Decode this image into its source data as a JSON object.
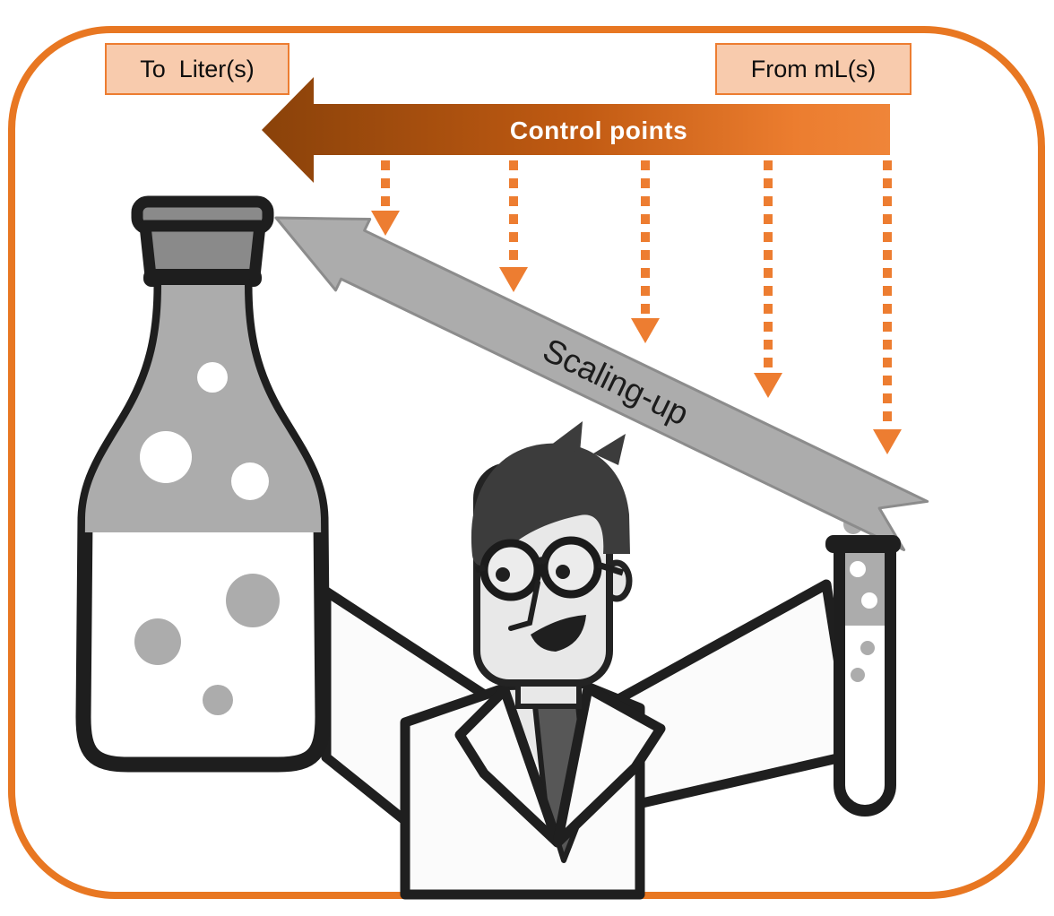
{
  "diagram": {
    "labels": {
      "to": "To  Liter(s)",
      "from": "From mL(s)"
    },
    "control_arrow": {
      "label": "Control points",
      "direction": "left"
    },
    "scaling_arrow": {
      "label": "Scaling-up",
      "direction": "up-left"
    },
    "control_points": {
      "count": 5,
      "style": "dashed-orange-down-arrows"
    },
    "icons": [
      "scientist-illustration",
      "bottle-icon",
      "test-tube-icon"
    ],
    "colors": {
      "accent_orange": "#ED7D31",
      "border_orange": "#E87722",
      "label_fill": "#F8CBAD",
      "arrow_dark": "#8A420A",
      "arrow_mid": "#C05A12",
      "arrow_bright": "#EC7D2F",
      "gray_fill": "#ACACAC",
      "gray_stroke": "#8C8C8C",
      "ink": "#1F1F1F",
      "control_text": "#FFFFFF",
      "scaling_text": "#1C1C1C"
    }
  }
}
